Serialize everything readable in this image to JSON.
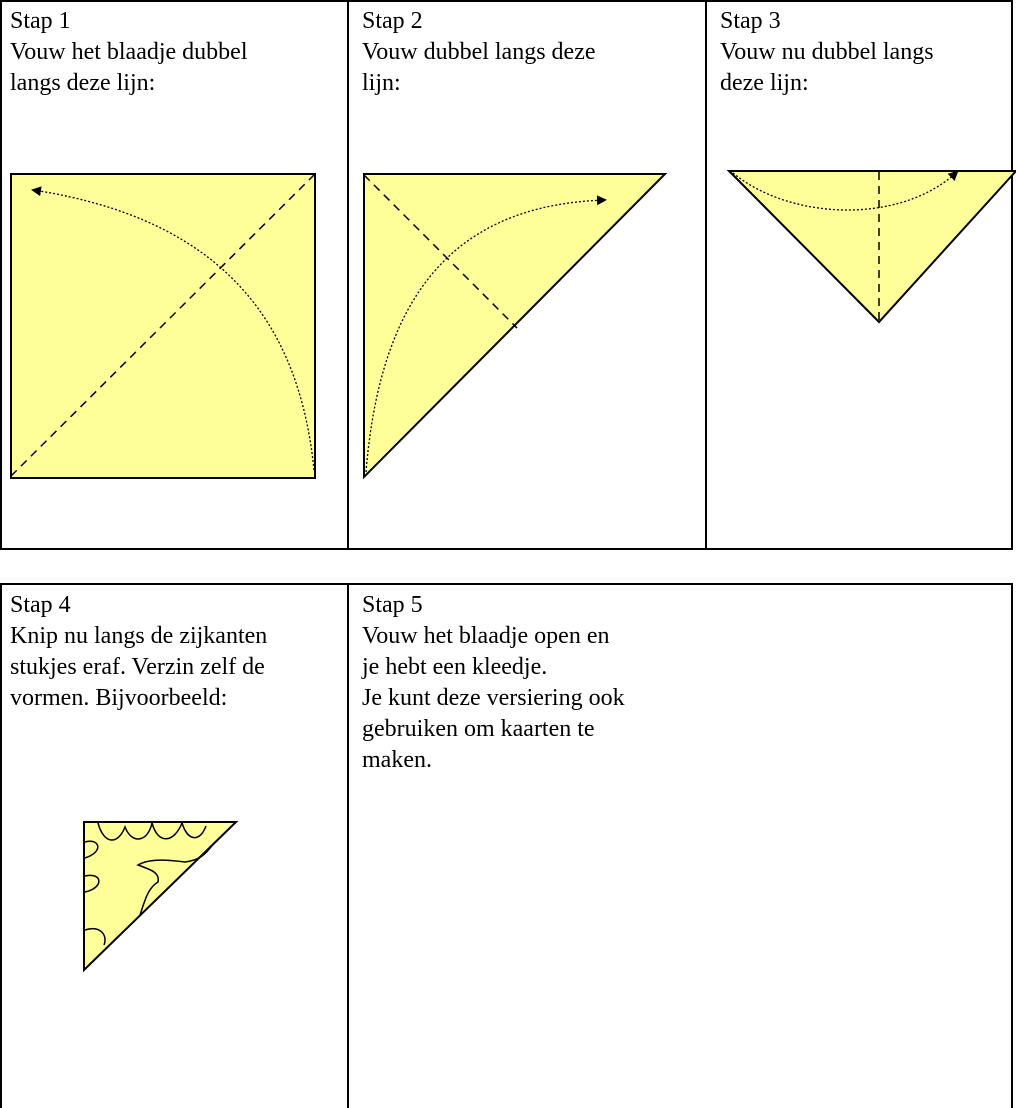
{
  "colors": {
    "paper_fill": "#ffff99",
    "line": "#000000",
    "background": "#ffffff"
  },
  "table_top": {
    "steps": [
      {
        "title": "Stap 1",
        "lines": [
          "Vouw het blaadje dubbel",
          "langs deze lijn:"
        ]
      },
      {
        "title": "Stap 2",
        "lines": [
          "Vouw dubbel langs deze",
          "lijn:"
        ]
      },
      {
        "title": "Stap 3",
        "lines": [
          "Vouw nu dubbel langs",
          "deze lijn:"
        ]
      }
    ]
  },
  "table_bottom": {
    "steps": [
      {
        "title": "Stap 4",
        "lines": [
          "Knip nu langs de zijkanten",
          "stukjes eraf. Verzin zelf de",
          "vormen. Bijvoorbeeld:"
        ]
      },
      {
        "title": "Stap 5",
        "lines": [
          "Vouw het blaadje open en",
          "je hebt een kleedje.",
          "Je kunt deze versiering ook",
          "gebruiken om kaarten te",
          "maken."
        ]
      }
    ]
  }
}
